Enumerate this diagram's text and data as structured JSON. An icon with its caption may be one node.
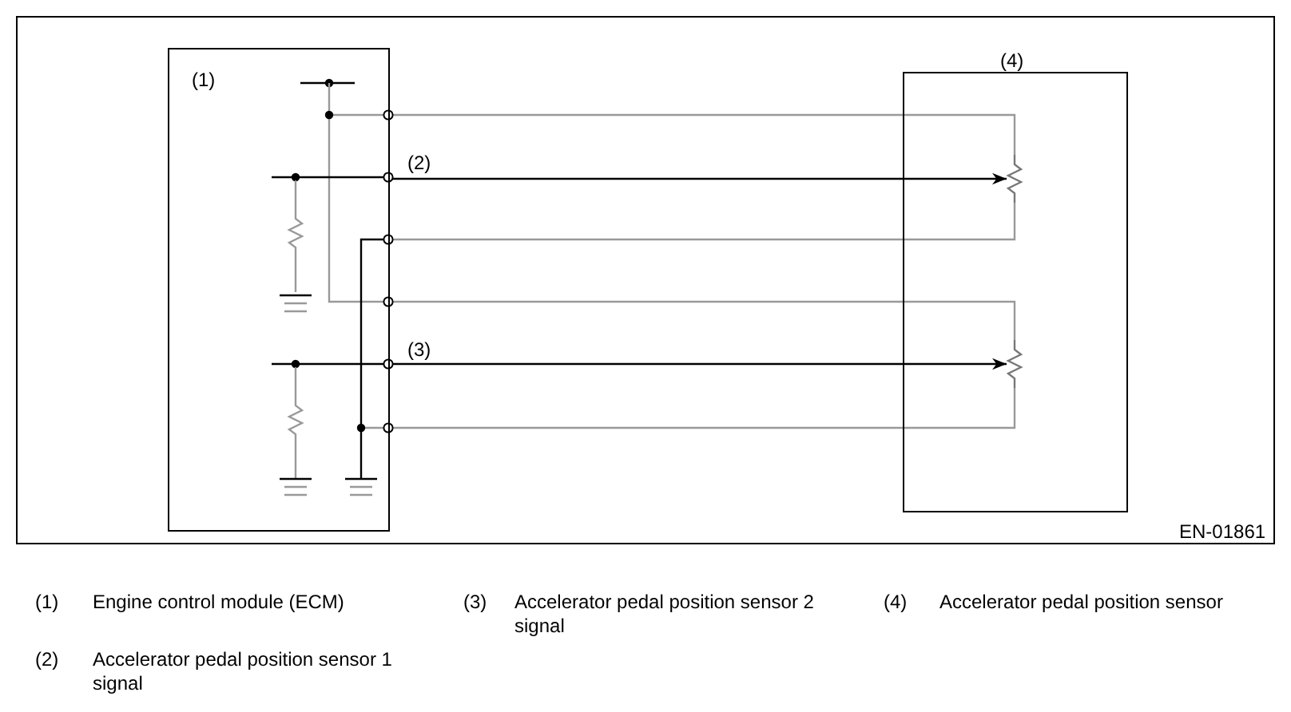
{
  "diagram": {
    "nodes": [
      {
        "text": [
          "(1)"
        ]
      },
      {
        "text": [
          "(4)"
        ]
      },
      {
        "text": [],
        "shape": "resistor",
        "in": 1
      },
      {
        "text": [],
        "shape": "resistor",
        "in": 1
      }
    ],
    "edges": [
      {
        "from": 0,
        "to": 2,
        "arrow": "none"
      },
      {
        "from": 0,
        "to": 2,
        "arrow": "to",
        "label": "(2)",
        "color": "#000000"
      },
      {
        "from": 0,
        "to": 2,
        "arrow": "none"
      },
      {
        "from": 0,
        "to": 3,
        "arrow": "none"
      },
      {
        "from": 0,
        "to": 3,
        "arrow": "to",
        "label": "(3)",
        "color": "#000000"
      },
      {
        "from": 0,
        "to": 3,
        "arrow": "none"
      }
    ],
    "labels": [
      "EN-01861",
      "(1)",
      "Engine control module (ECM)",
      "(3)",
      "Accelerator pedal position sensor 2 signal",
      "(4)",
      "Accelerator pedal position sensor",
      "(2)",
      "Accelerator pedal position sensor 1 signal"
    ]
  }
}
